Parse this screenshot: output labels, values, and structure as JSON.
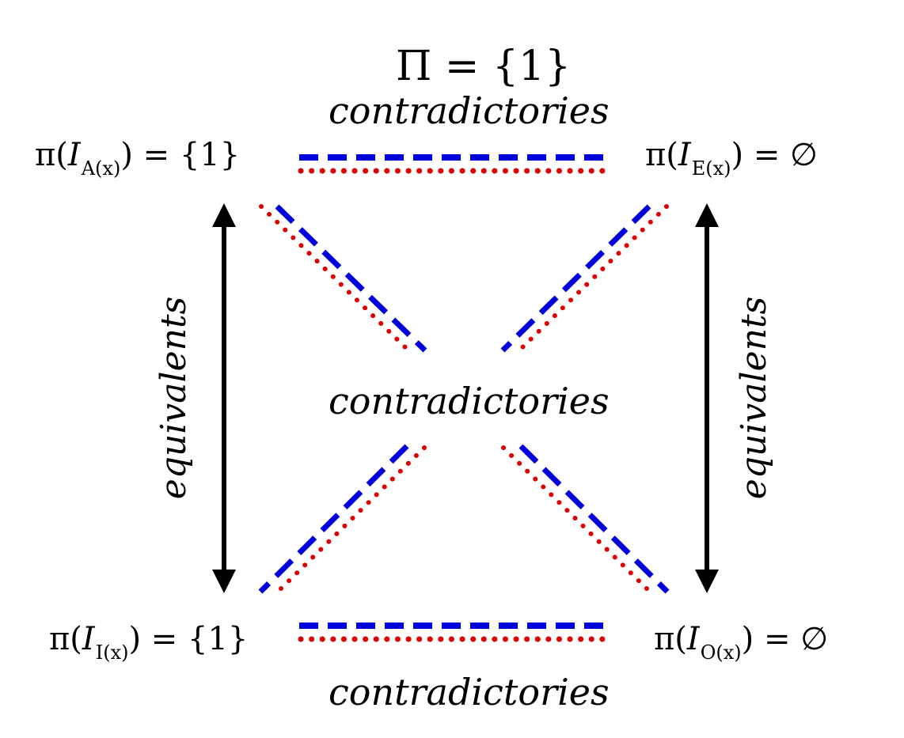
{
  "title": {
    "text": "Π = {1}"
  },
  "corners": {
    "top_left": {
      "pre": "π(",
      "script": "I",
      "sub": "A(x)",
      "post": ") = {1}"
    },
    "top_right": {
      "pre": "π(",
      "script": "I",
      "sub": "E(x)",
      "post": ") = ∅"
    },
    "bottom_left": {
      "pre": "π(",
      "script": "I",
      "sub": "I(x)",
      "post": ") = {1}"
    },
    "bottom_right": {
      "pre": "π(",
      "script": "I",
      "sub": "O(x)",
      "post": ") = ∅"
    }
  },
  "relations": {
    "top": "contradictories",
    "center": "contradictories",
    "bottom": "contradictories",
    "left": "equivalents",
    "right": "equivalents"
  },
  "colors": {
    "dashed": "#0000dd",
    "dotted": "#dd0000",
    "arrow": "#000000"
  }
}
